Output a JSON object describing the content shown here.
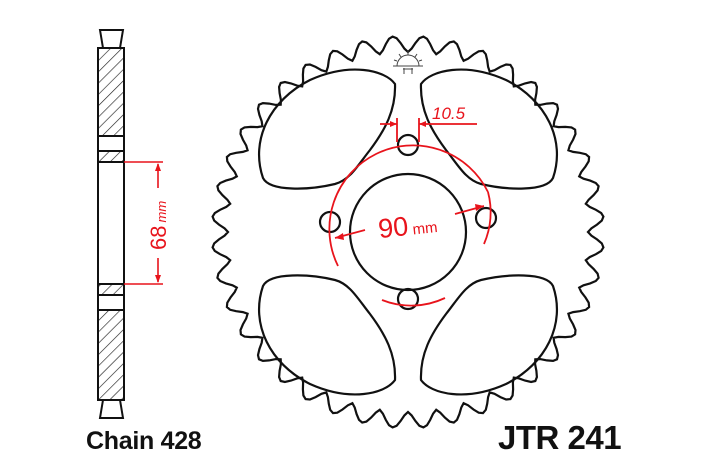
{
  "diagram": {
    "type": "technical-drawing",
    "subject": "rear chain sprocket",
    "part_number": "JTR 241",
    "chain_label": "Chain 428",
    "teeth_count": 40,
    "dimensions": {
      "bolt_circle": {
        "value": "90",
        "unit": "mm"
      },
      "bolt_hole_width": {
        "value": "10.5"
      },
      "center_bore": {
        "value": "68",
        "unit": "mm"
      }
    },
    "bolt_holes": 4,
    "colors": {
      "outline": "#111111",
      "dimension": "#e8141c"
    },
    "logo_icon": "sun-logo-icon"
  }
}
